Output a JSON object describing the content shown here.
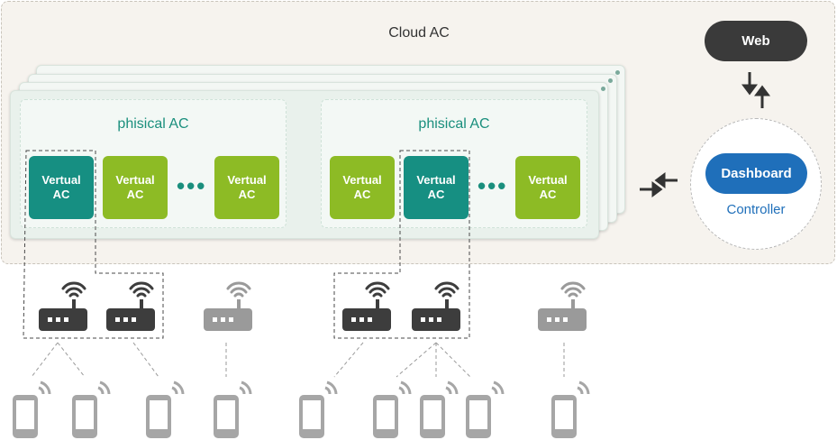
{
  "cloud": {
    "title": "Cloud AC"
  },
  "physical_acs": [
    {
      "label": "phisical AC",
      "virtual_acs": [
        "Vertual AC",
        "Vertual AC",
        "Vertual AC"
      ]
    },
    {
      "label": "phisical AC",
      "virtual_acs": [
        "Vertual AC",
        "Vertual AC",
        "Vertual AC"
      ]
    }
  ],
  "vac_lines": {
    "line1": "Vertual",
    "line2": "AC"
  },
  "ellipsis": "•••",
  "web": {
    "label": "Web"
  },
  "controller": {
    "dashboard_label": "Dashboard",
    "label": "Controller"
  },
  "colors": {
    "teal": "#168f82",
    "green": "#8dbb25",
    "web": "#3a3a3a",
    "dashboard": "#1f6fba",
    "ap_active": "#3d3d3d",
    "ap_idle": "#9a9a9a",
    "phone": "#a6a6a6"
  },
  "icons": {
    "access_point": "router-wifi-icon",
    "phone": "smartphone-wifi-icon",
    "arrows": "exchange-arrows-icon"
  }
}
